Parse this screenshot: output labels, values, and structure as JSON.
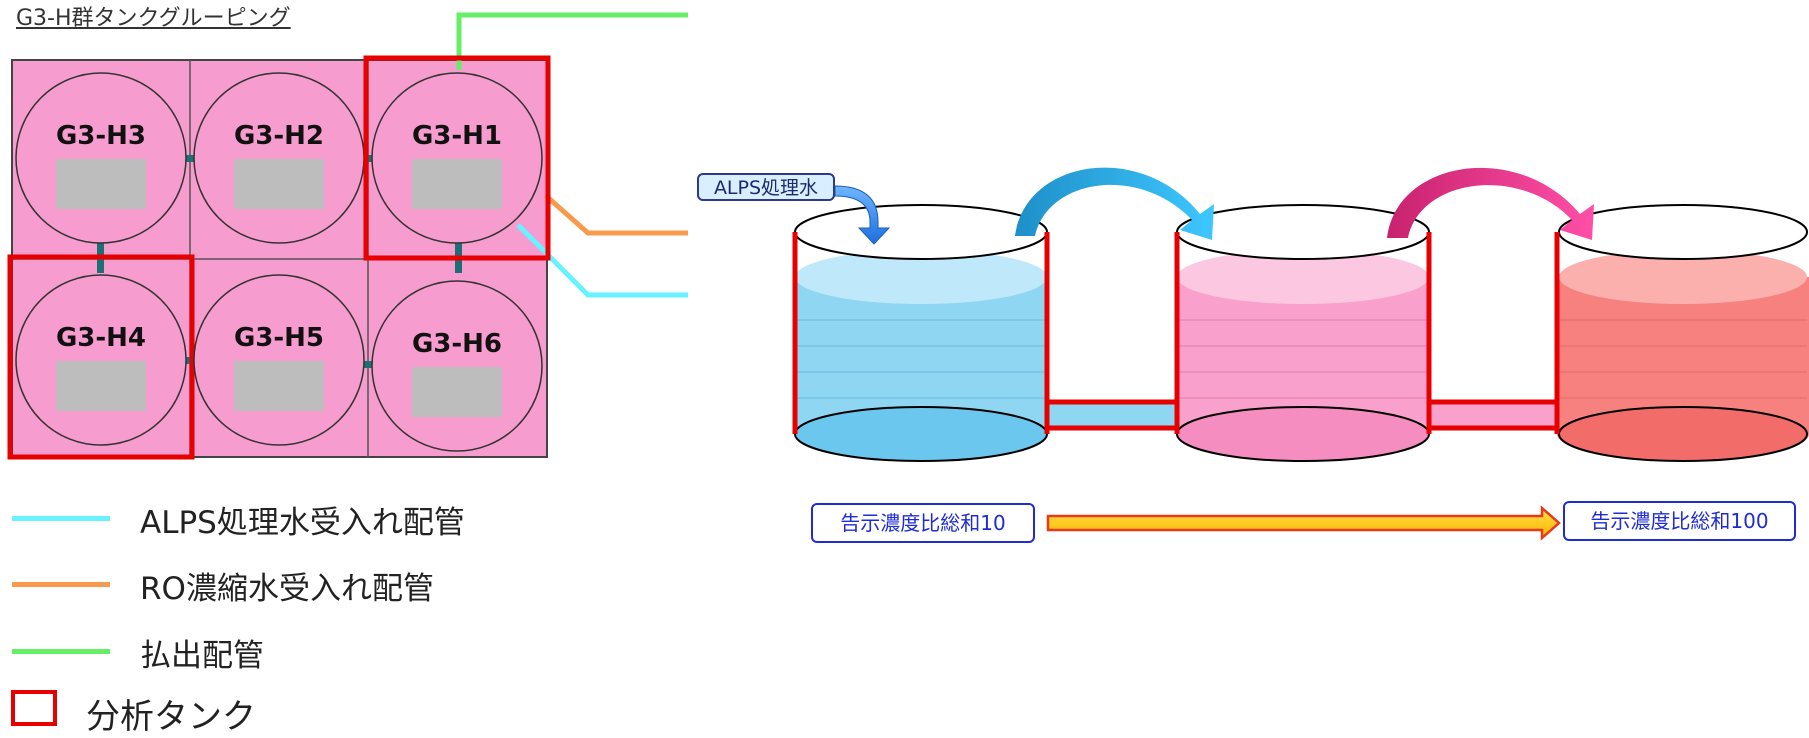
{
  "grouping_title": "G3-H群タンクグルーピング",
  "tanks": [
    {
      "id": "G3-H3",
      "analysis": false
    },
    {
      "id": "G3-H2",
      "analysis": false
    },
    {
      "id": "G3-H1",
      "analysis": true
    },
    {
      "id": "G3-H4",
      "analysis": true
    },
    {
      "id": "G3-H5",
      "analysis": false
    },
    {
      "id": "G3-H6",
      "analysis": false
    }
  ],
  "legend": [
    {
      "label": "ALPS処理水受入れ配管",
      "color": "#66f2ff",
      "kind": "line"
    },
    {
      "label": "RO濃縮水受入れ配管",
      "color": "#f79a4d",
      "kind": "line"
    },
    {
      "label": "払出配管",
      "color": "#66ee66",
      "kind": "line"
    },
    {
      "label": "分析タンク",
      "color": "#e60000",
      "kind": "box"
    }
  ],
  "process": {
    "inflow_label": "ALPS処理水",
    "start_concentration": "告示濃度比総和10",
    "end_concentration": "告示濃度比総和100"
  },
  "colors": {
    "tank_fill": "#f79ccf",
    "analysis_border": "#e60000",
    "tank_water_1": "#8fd6f2",
    "tank_water_2": "#f9a1cc",
    "tank_water_3": "#f7817f"
  }
}
